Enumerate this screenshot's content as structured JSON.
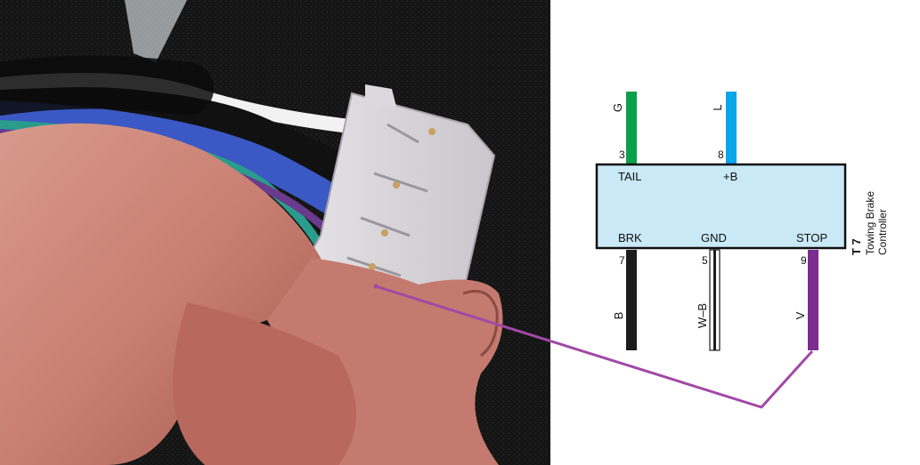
{
  "photo": {
    "description_icon": "connector-photo"
  },
  "diagram": {
    "component_id": "T 7",
    "component_name_line1": "Towing Brake",
    "component_name_line2": "Controller",
    "top_pins": [
      {
        "terminal": "TAIL",
        "pin": "3",
        "wire": "G",
        "color": "#0aa14a"
      },
      {
        "terminal": "+B",
        "pin": "8",
        "wire": "L",
        "color": "#0aa6e8"
      }
    ],
    "bottom_pins": [
      {
        "terminal": "BRK",
        "pin": "7",
        "wire": "B",
        "color": "#1c1c1c"
      },
      {
        "terminal": "GND",
        "pin": "5",
        "wire": "W–B",
        "color": "#1c1c1c"
      },
      {
        "terminal": "STOP",
        "pin": "9",
        "wire": "V",
        "color": "#7b2d90"
      }
    ],
    "box_fill": "#c9e9f7",
    "annotation_color": "#a148a6"
  }
}
